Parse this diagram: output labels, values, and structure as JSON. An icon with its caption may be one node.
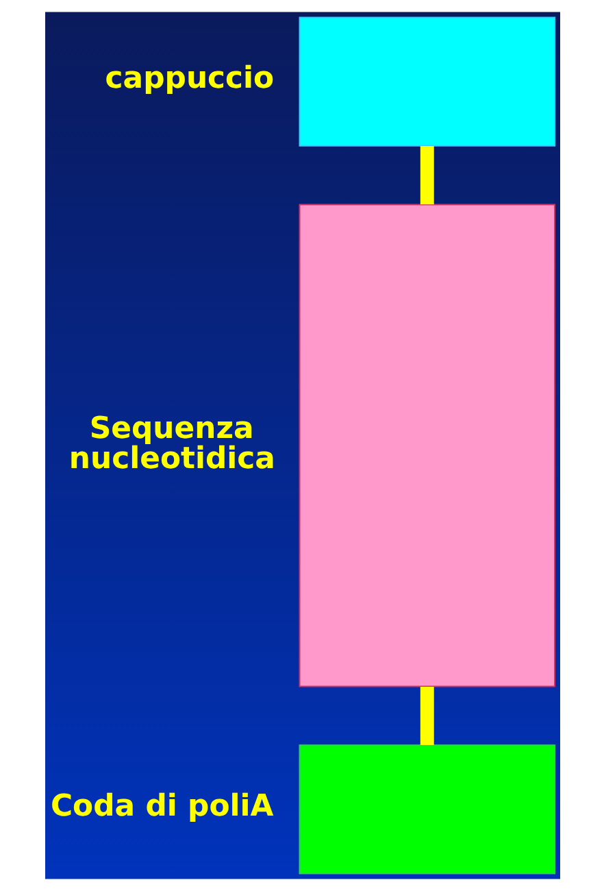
{
  "diagram": {
    "nodes": [
      {
        "text": [],
        "shape": "box",
        "beside": [
          "cappuccio"
        ]
      },
      {
        "text": [],
        "shape": "box",
        "beside": [
          "Sequenza nucleotidica"
        ]
      },
      {
        "text": [],
        "shape": "box",
        "beside": [
          "Coda di poliA"
        ]
      }
    ],
    "edges": [
      {
        "from": 0,
        "to": 1,
        "arrow": "none"
      },
      {
        "from": 1,
        "to": 2,
        "arrow": "none"
      }
    ]
  }
}
